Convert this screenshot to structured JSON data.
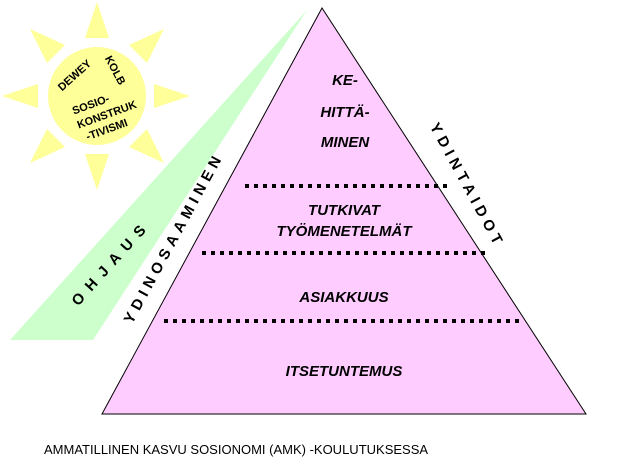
{
  "sun": {
    "dewey": "DEWEY",
    "kolb": "KOLB",
    "lines": [
      "SOSIO-",
      "KONSTRUK",
      "-TIVISMI"
    ]
  },
  "band": {
    "ohjaus": "O H J A U S"
  },
  "sides": {
    "left": "YDINOSAAMINEN",
    "right": "YDINTAIDOT"
  },
  "levels": {
    "top": [
      "KE-",
      "HITTÄ-",
      "MINEN"
    ],
    "second": [
      "TUTKIVAT",
      "TYÖMENETELMÄT"
    ],
    "third": "ASIAKKUUS",
    "base": "ITSETUNTEMUS"
  },
  "caption": "AMMATILLINEN KASVU SOSIONOMI (AMK) -KOULUTUKSESSA",
  "colors": {
    "pyramid": "#ffccff",
    "band": "#ccffcc",
    "sun": "#ffff99"
  }
}
